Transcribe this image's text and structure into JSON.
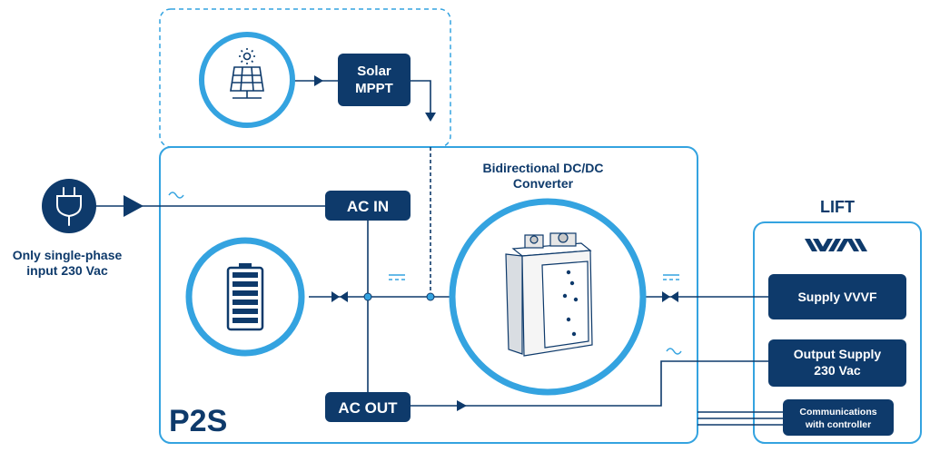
{
  "colors": {
    "navy": "#0e3a6b",
    "blue": "#34a3e0",
    "white": "#ffffff"
  },
  "nodes": {
    "solar_mppt": [
      "Solar",
      "MPPT"
    ],
    "ac_in": "AC IN",
    "ac_out": "AC OUT",
    "supply_vvvf": "Supply VVVF",
    "output_supply": [
      "Output Supply",
      "230 Vac"
    ],
    "communications": [
      "Communications",
      "with controller"
    ]
  },
  "labels": {
    "input_caption": [
      "Only single-phase",
      "input 230 Vac"
    ],
    "converter_caption": [
      "Bidirectional DC/DC",
      "Converter"
    ],
    "p2s": "P2S",
    "lift": "LIFT"
  },
  "icons": [
    "solar-panel-icon",
    "plug-icon",
    "battery-icon",
    "converter-device-icon",
    "lift-brand-logo"
  ]
}
